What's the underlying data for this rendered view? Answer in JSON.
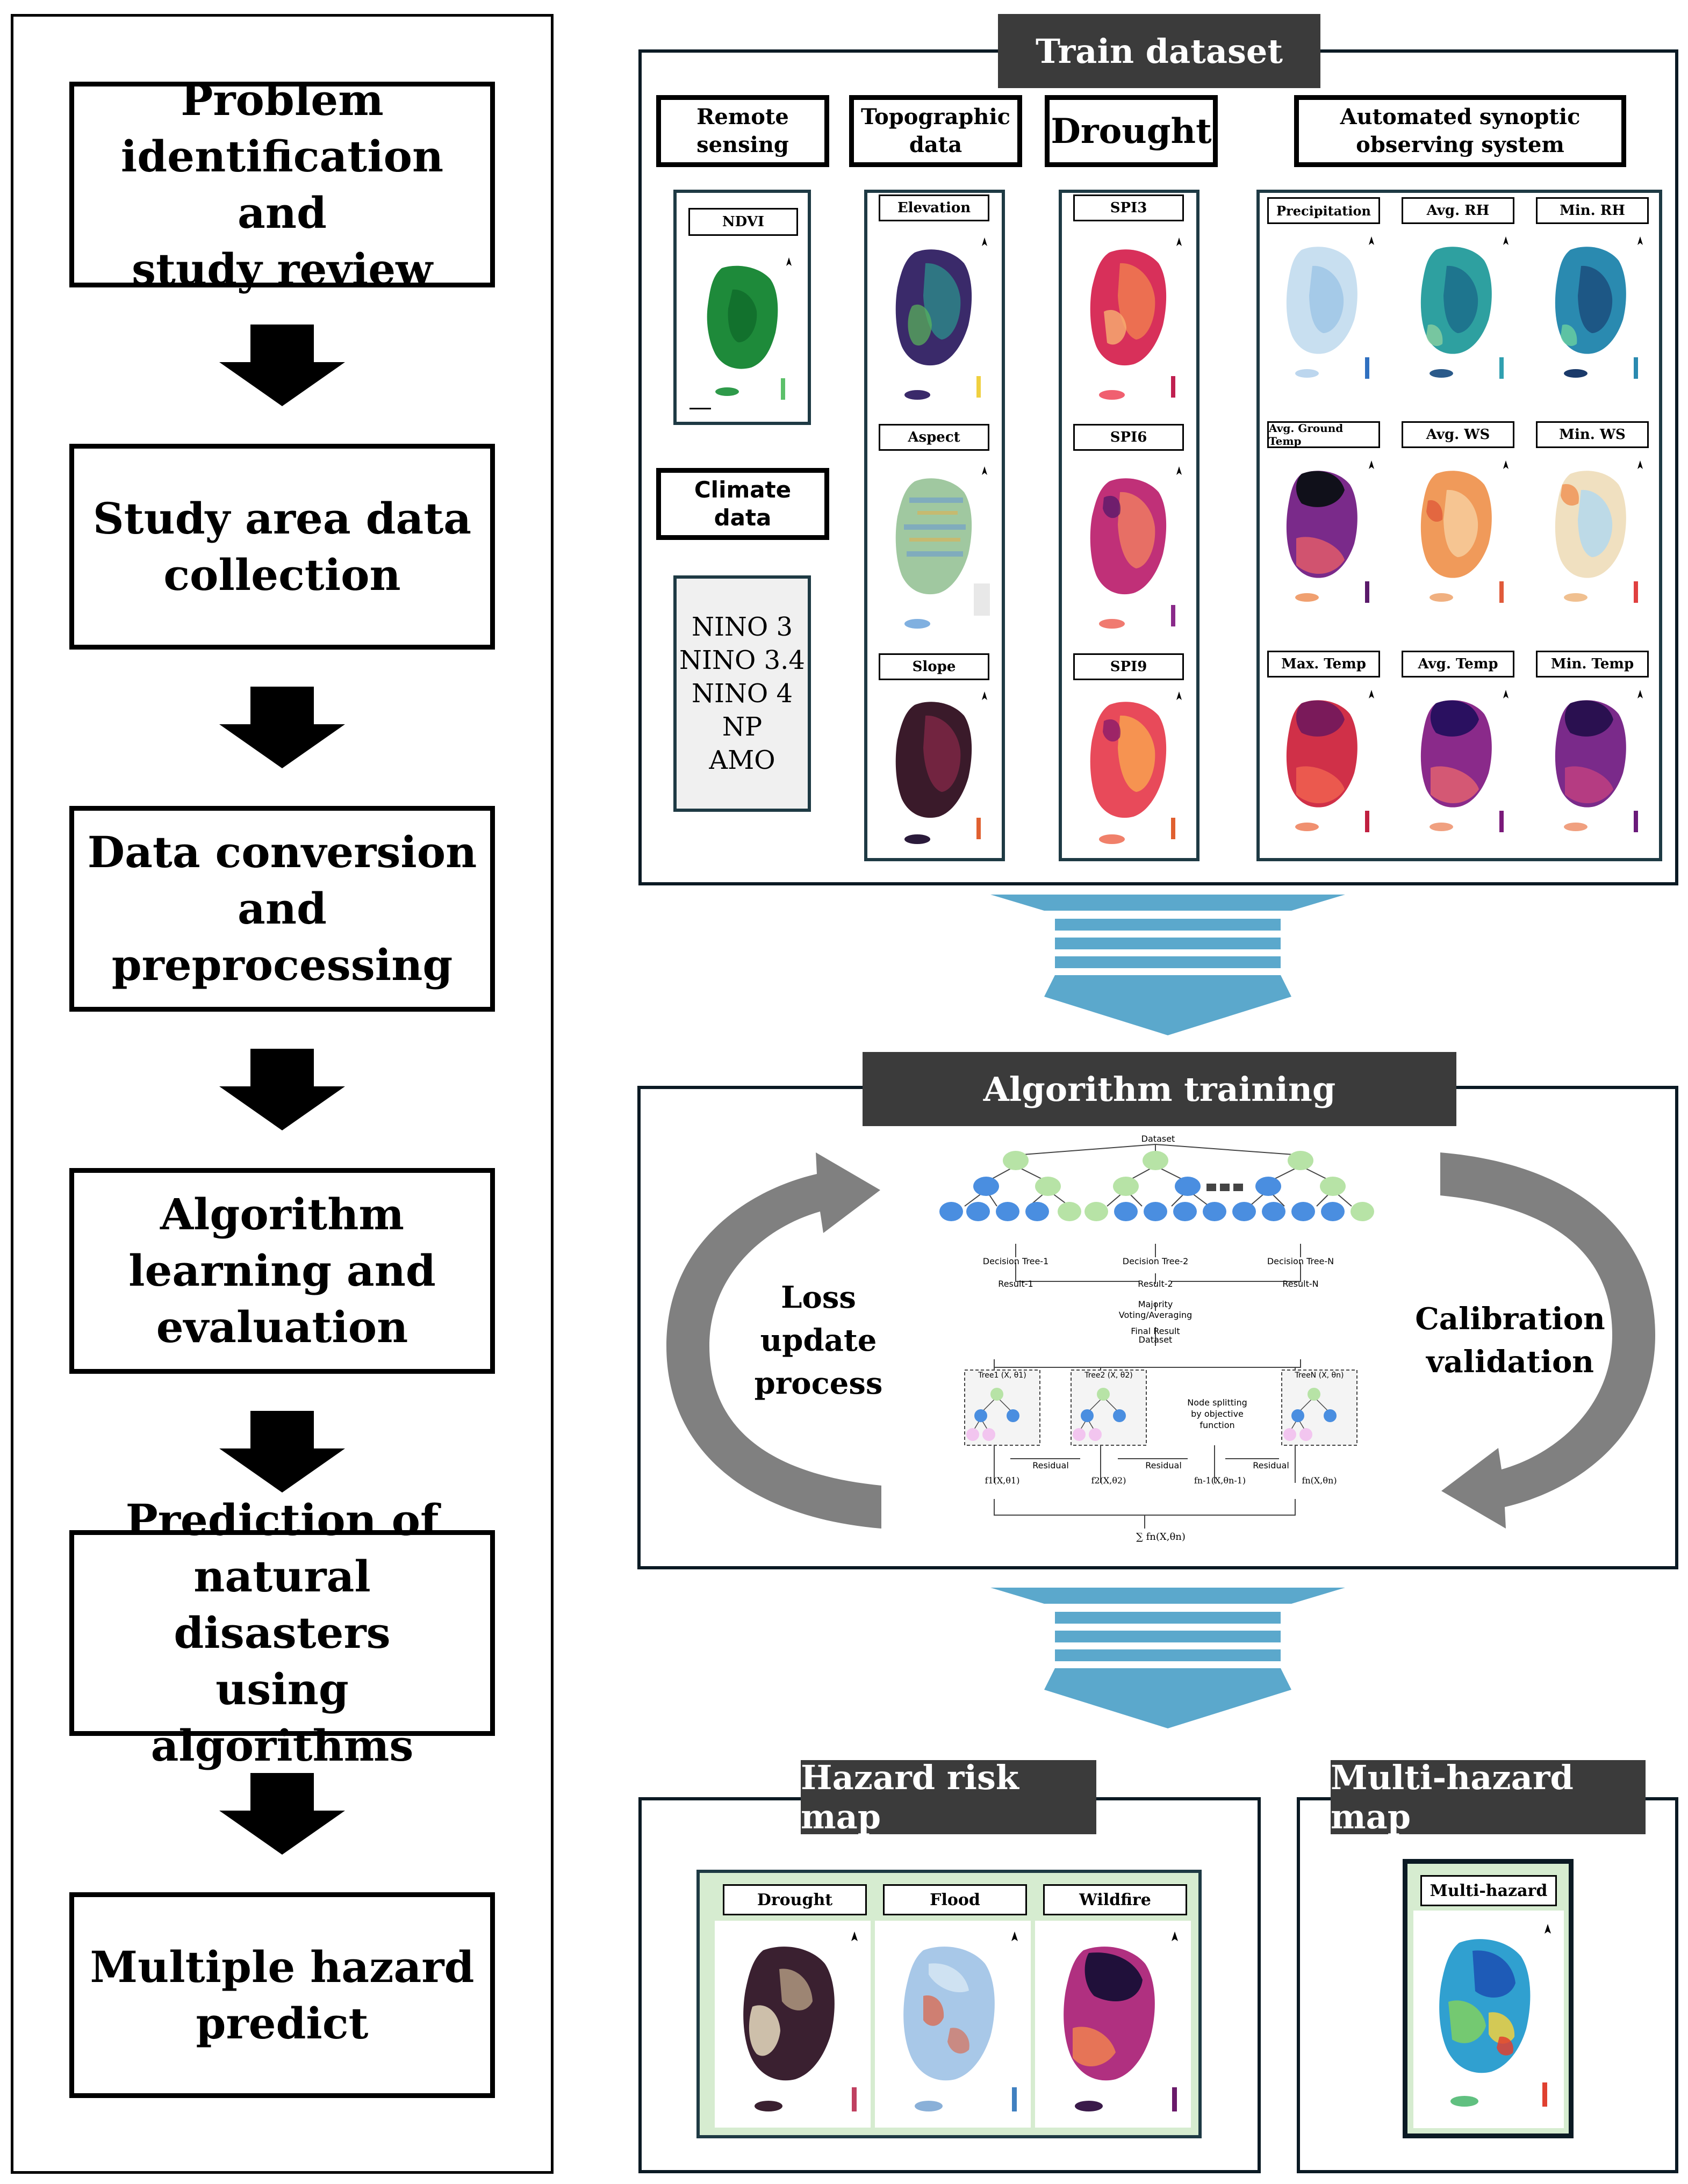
{
  "workflow": {
    "steps": [
      "Problem\nidentification and\nstudy review",
      "Study area data\ncollection",
      "Data conversion\nand preprocessing",
      "Algorithm\nlearning and\nevaluation",
      "Prediction of\nnatural disasters\nusing algorithms",
      "Multiple hazard\npredict"
    ]
  },
  "train": {
    "title": "Train dataset",
    "categories": {
      "remote": "Remote\nsensing",
      "topographic": "Topographic\ndata",
      "drought": "Drought",
      "asos": "Automated synoptic\nobserving system",
      "climate": "Climate\ndata"
    },
    "ndvi": "NDVI",
    "topo_maps": [
      "Elevation",
      "Aspect",
      "Slope"
    ],
    "drought_maps": [
      "SPI3",
      "SPI6",
      "SPI9"
    ],
    "asos_maps": [
      "Precipitation",
      "Avg. RH",
      "Min. RH",
      "Avg. Ground Temp",
      "Avg. WS",
      "Min. WS",
      "Max. Temp",
      "Avg. Temp",
      "Min. Temp"
    ],
    "climate_indices": [
      "NINO 3",
      "NINO 3.4",
      "NINO 4",
      "NP",
      "AMO"
    ]
  },
  "training": {
    "title": "Algorithm training",
    "left_note": "Loss\nupdate\nprocess",
    "right_note": "Calibration\nvalidation",
    "rf": {
      "dataset": "Dataset",
      "trees": [
        "Decision Tree-1",
        "Decision Tree-2",
        "Decision Tree-N"
      ],
      "results": [
        "Result-1",
        "Result-2",
        "Result-N"
      ],
      "vote": "Majority\nVoting/Averaging",
      "final": "Final Result",
      "dataset2": "Dataset"
    },
    "gb": {
      "trees": [
        "Tree1 (X, θ1)",
        "Tree2 (X, θ2)",
        "TreeN (X, θn)"
      ],
      "split": "Node splitting\nby objective\nfunction",
      "residual": "Residual",
      "fs": [
        "f1(X,θ1)",
        "f2(X,θ2)",
        "fn-1(X,θn-1)",
        "fn(X,θn)"
      ],
      "sum": "∑ fn(X,θn)"
    }
  },
  "hazard": {
    "title": "Hazard risk map",
    "maps": [
      "Drought",
      "Flood",
      "Wildfire"
    ]
  },
  "multi": {
    "title": "Multi-hazard map",
    "map": "Multi-hazard"
  },
  "colors": {
    "banner": "#3b3b3b",
    "funnel": "#5ba8cc",
    "hazard_bg": "#d6ecd0",
    "node_green": "#b7e3a6",
    "node_blue": "#4a8ee0",
    "node_pink": "#f2c5ef",
    "loop_arrow": "#808080"
  }
}
